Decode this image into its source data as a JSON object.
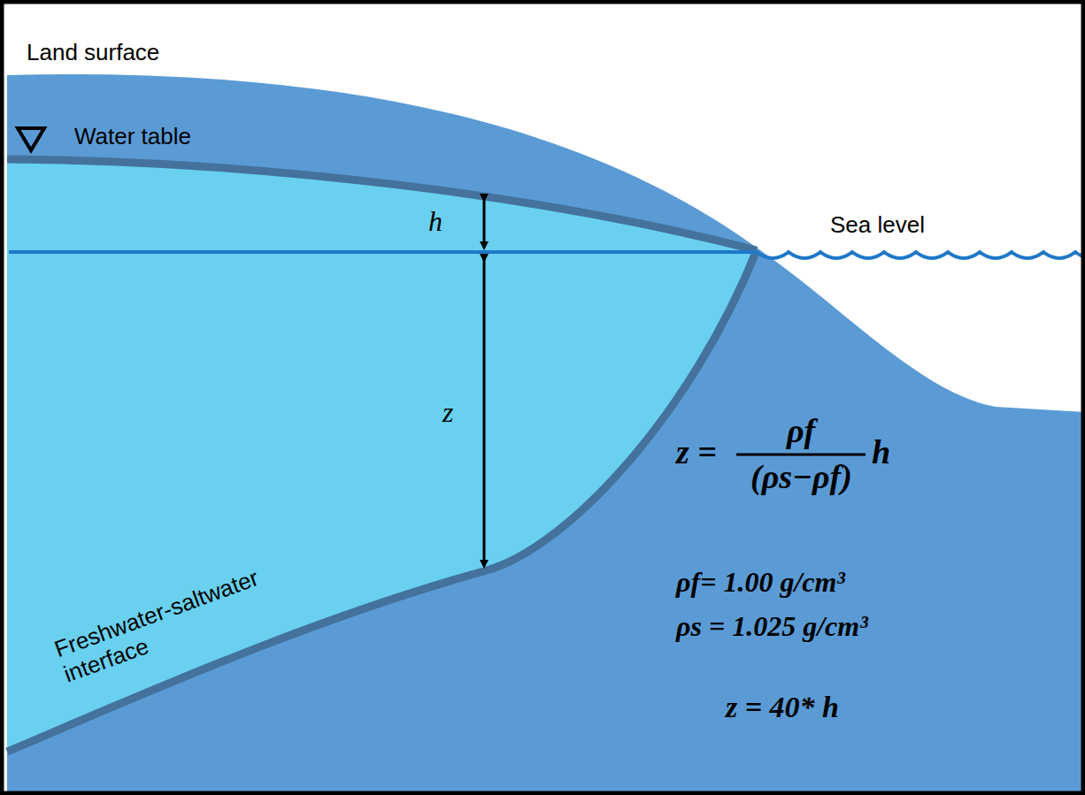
{
  "diagram": {
    "labels": [
      "Land surface",
      "Water table",
      "h",
      "Sea level",
      "z",
      "z =",
      "ρf",
      "(ρs−ρf)",
      "h",
      "ρf= 1.00 g/cm³",
      "ρs = 1.025 g/cm³",
      "z = 40* h",
      "Freshwater-saltwater interface"
    ]
  }
}
